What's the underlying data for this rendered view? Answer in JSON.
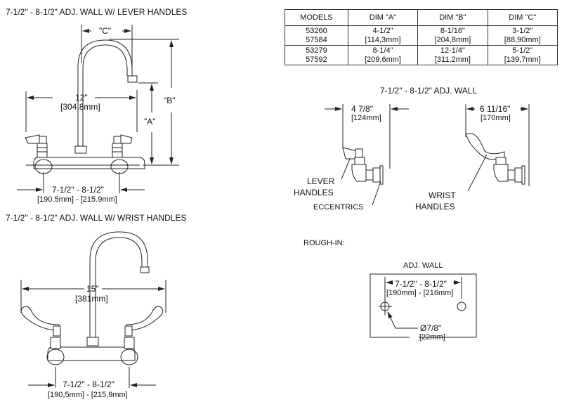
{
  "lever_view": {
    "title": "7-1/2\" - 8-1/2\"  ADJ. WALL W/ LEVER HANDLES",
    "dim_c": "\"C\"",
    "dim_b": "\"B\"",
    "dim_a": "\"A\"",
    "width_in": "12\"",
    "width_mm": "[304,8mm]",
    "centers_in": "7-1/2\" - 8-1/2\"",
    "centers_mm": "[190.5mm] - [215.9mm]"
  },
  "wrist_view": {
    "title": "7-1/2\" - 8-1/2\"  ADJ. WALL W/ WRIST HANDLES",
    "width_in": "15\"",
    "width_mm": "[381mm]",
    "centers_in": "7-1/2\" - 8-1/2\"",
    "centers_mm": "[190,5mm] - [215,9mm]"
  },
  "dimension_table": {
    "headers": [
      "MODELS",
      "DIM \"A\"",
      "DIM \"B\"",
      "DIM \"C\""
    ],
    "rows": [
      {
        "models": [
          "53260",
          "57584"
        ],
        "a": [
          "4-1/2\"",
          "[114,3mm]"
        ],
        "b": [
          "8-1/16\"",
          "[204,8mm]"
        ],
        "c": [
          "3-1/2\"",
          "[88,90mm]"
        ]
      },
      {
        "models": [
          "53279",
          "57592"
        ],
        "a": [
          "8-1/4\"",
          "[209,6mm]"
        ],
        "b": [
          "12-1/4\"",
          "[311,2mm]"
        ],
        "c": [
          "5-1/2\"",
          "[139,7mm]"
        ]
      }
    ]
  },
  "side_view": {
    "title": "7-1/2\" - 8-1/2\"  ADJ. WALL",
    "lever_depth_in": "4 7/8\"",
    "lever_depth_mm": "[124mm]",
    "wrist_depth_in": "6 11/16\"",
    "wrist_depth_mm": "[170mm]",
    "lever_label_1": "LEVER",
    "lever_label_2": "HANDLES",
    "eccentrics_label": "ECCENTRICS",
    "wrist_label_1": "WRIST",
    "wrist_label_2": "HANDLES"
  },
  "rough_in": {
    "title": "ROUGH-IN:",
    "wall_label": "ADJ. WALL",
    "centers_in": "7-1/2\" - 8-1/2\"",
    "centers_mm": "[190mm] - [216mm]",
    "hole_dia_in": "Ø7/8\"",
    "hole_dia_mm": "[22mm]"
  }
}
